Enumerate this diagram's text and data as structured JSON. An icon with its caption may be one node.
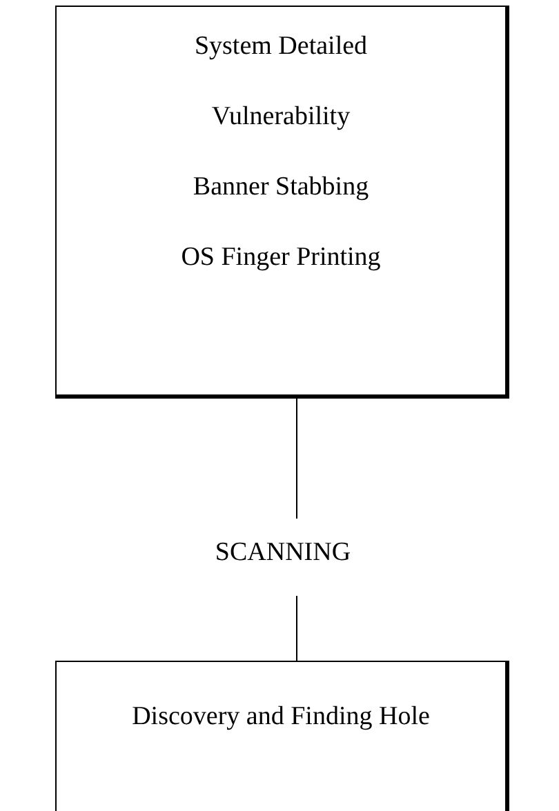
{
  "diagram": {
    "nodes": [
      {
        "text": [
          "System Detailed",
          "Vulnerability",
          "Banner Stabbing",
          "OS Finger Printing"
        ]
      },
      {
        "text": [
          "SCANNING"
        ]
      },
      {
        "text": [
          "Discovery and Finding Hole"
        ]
      }
    ],
    "edges": [
      {
        "from": 0,
        "to": 1,
        "arrow": "none"
      },
      {
        "from": 1,
        "to": 2,
        "arrow": "none"
      }
    ]
  }
}
